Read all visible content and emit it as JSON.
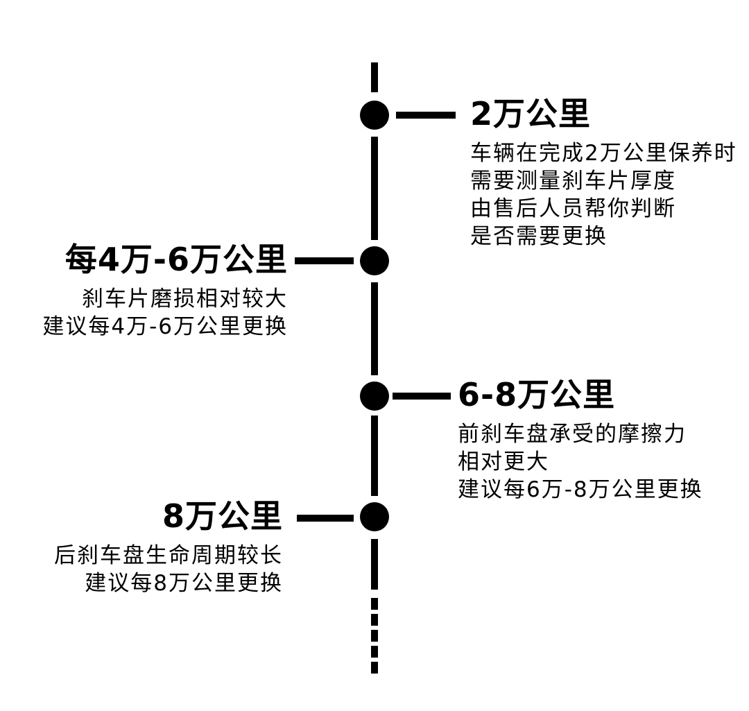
{
  "colors": {
    "line": "#000000",
    "background": "#ffffff",
    "text": "#000000"
  },
  "timeline": {
    "milestones": [
      {
        "title": "2万公里",
        "side": "right",
        "description": [
          "车辆在完成2万公里保养时",
          "需要测量刹车片厚度",
          "由售后人员帮你判断",
          "是否需要更换"
        ]
      },
      {
        "title": "每4万-6万公里",
        "side": "left",
        "description": [
          "刹车片磨损相对较大",
          "建议每4万-6万公里更换"
        ]
      },
      {
        "title": "6-8万公里",
        "side": "right",
        "description": [
          "前刹车盘承受的摩擦力",
          "相对更大",
          "建议每6万-8万公里更换"
        ]
      },
      {
        "title": "8万公里",
        "side": "left",
        "description": [
          "后刹车盘生命周期较长",
          "建议每8万公里更换"
        ]
      }
    ]
  }
}
